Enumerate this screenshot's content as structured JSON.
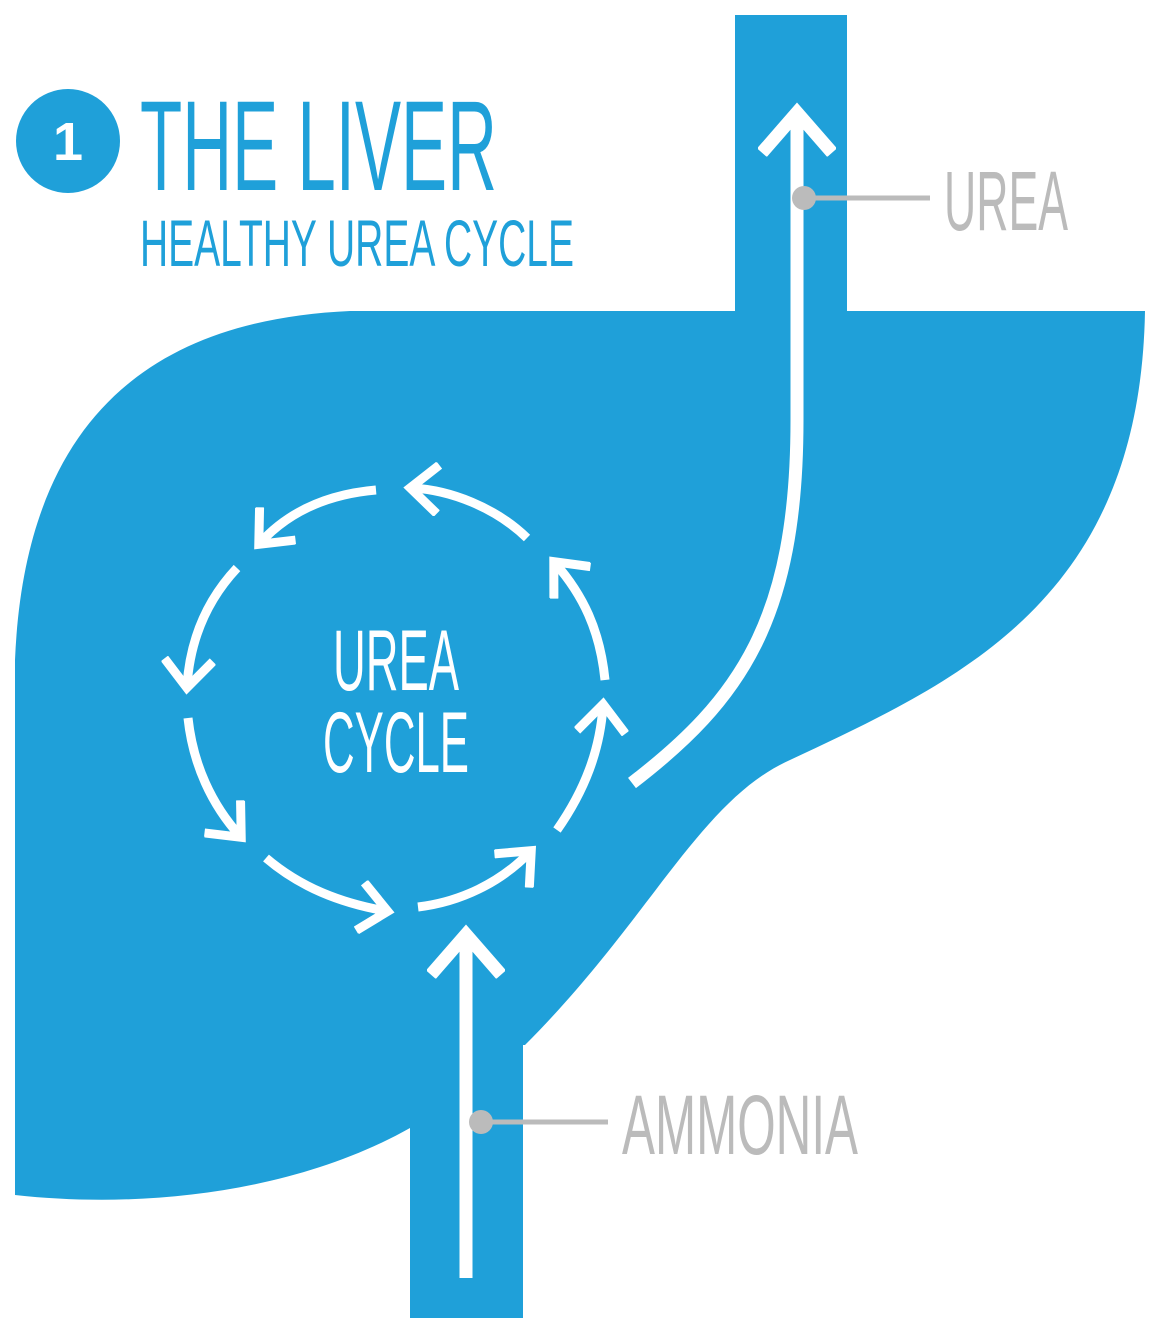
{
  "header": {
    "step_number": "1",
    "title": "THE LIVER",
    "subtitle": "HEALTHY UREA CYCLE"
  },
  "diagram": {
    "cycle_label_line1": "UREA",
    "cycle_label_line2": "CYCLE",
    "output_label": "UREA",
    "input_label": "AMMONIA"
  },
  "colors": {
    "liver_blue": "#1fa0d9",
    "label_gray": "#bbbbbb",
    "arrow_white": "#ffffff"
  }
}
